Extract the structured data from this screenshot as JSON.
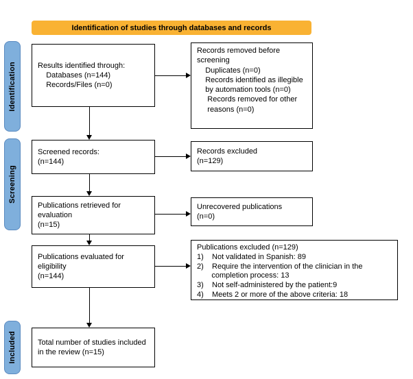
{
  "banner": {
    "label": "Identification of studies through databases and records"
  },
  "sidebar": {
    "identification": "Identification",
    "screening": "Screening",
    "included": "Included"
  },
  "boxes": {
    "results": "Results identified through:\n    Databases (n=144)\n    Records/Files (n=0)",
    "removed": "Records removed before\nscreening\n    Duplicates (n=0)\n    Records identified as illegible\n    by automation tools (n=0)\n     Records removed for other\n     reasons (n=0)",
    "screened": "Screened records:\n(n=144)",
    "excluded_records": "Records excluded\n(n=129)",
    "retrieved": "Publications retrieved for\nevaluation\n(n=15)",
    "unrecovered": "Unrecovered publications\n(n=0)",
    "evaluated": "Publications evaluated for\neligibility\n(n=144)",
    "excluded_publications": "Publications excluded (n=129)\n1)    Not validated in Spanish: 89\n2)    Require the intervention of the clinician in the\n       completion process: 13\n3)    Not self-administered by the patient:9\n4)    Meets 2 or more of the above criteria: 18",
    "included_total": "Total number of studies included\nin the review (n=15)"
  },
  "colors": {
    "banner_bg": "#F9B233",
    "stage_bg": "#7FAFDC"
  }
}
